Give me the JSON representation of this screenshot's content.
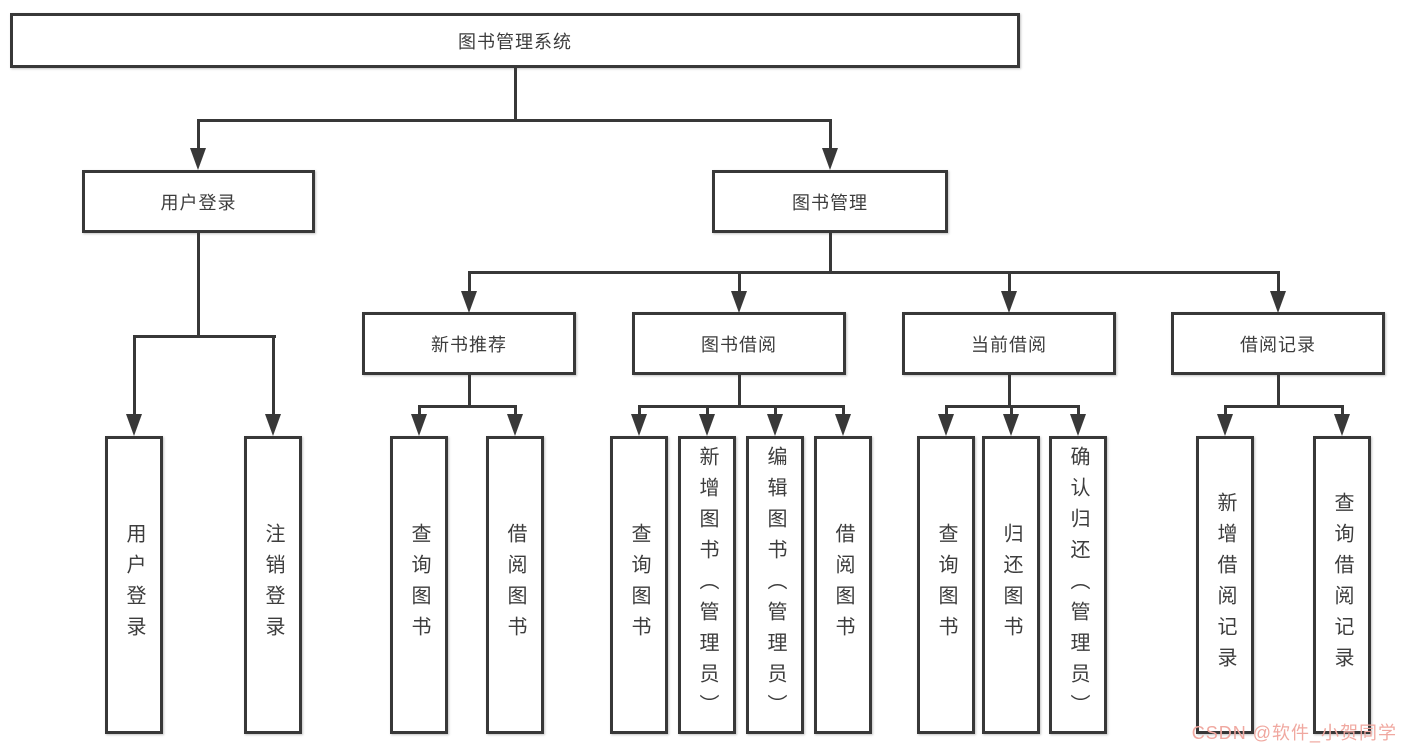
{
  "tree": {
    "root": "图书管理系统",
    "branches": [
      {
        "label": "用户登录",
        "children": [
          "用户登录",
          "注销登录"
        ]
      },
      {
        "label": "图书管理",
        "groups": [
          {
            "label": "新书推荐",
            "children": [
              "查询图书",
              "借阅图书"
            ]
          },
          {
            "label": "图书借阅",
            "children": [
              "查询图书",
              "新增图书（管理员）",
              "编辑图书（管理员）",
              "借阅图书"
            ]
          },
          {
            "label": "当前借阅",
            "children": [
              "查询图书",
              "归还图书",
              "确认归还（管理员）"
            ]
          },
          {
            "label": "借阅记录",
            "children": [
              "新增借阅记录",
              "查询借阅记录"
            ]
          }
        ]
      }
    ]
  },
  "watermark": {
    "text": "CSDN @软件_小贺同学"
  },
  "colors": {
    "line": "#383838",
    "text": "#3d3d3d",
    "background": "#ffffff",
    "watermark": "#f0a8a0"
  }
}
